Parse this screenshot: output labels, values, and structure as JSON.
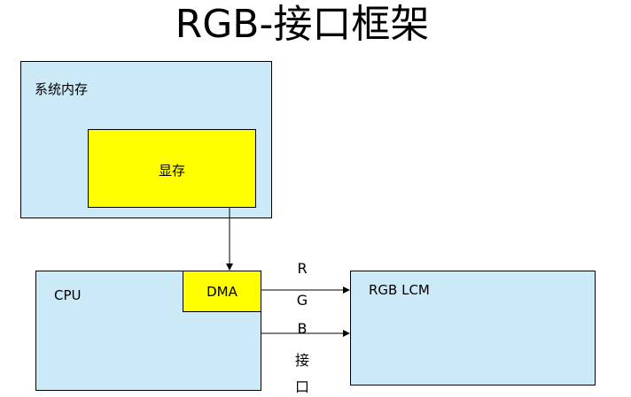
{
  "title": "RGB-接口框架",
  "blocks": {
    "system_memory": {
      "label": "系统内存"
    },
    "video_memory": {
      "label": "显存"
    },
    "cpu": {
      "label": "CPU"
    },
    "dma": {
      "label": "DMA"
    },
    "rgb_lcm": {
      "label": "RGB LCM"
    }
  },
  "interface_label": [
    "R",
    "G",
    "B",
    "接",
    "口"
  ],
  "colors": {
    "memory_fill": "#cce9f7",
    "highlight_fill": "#ffff00",
    "stroke": "#000000"
  }
}
